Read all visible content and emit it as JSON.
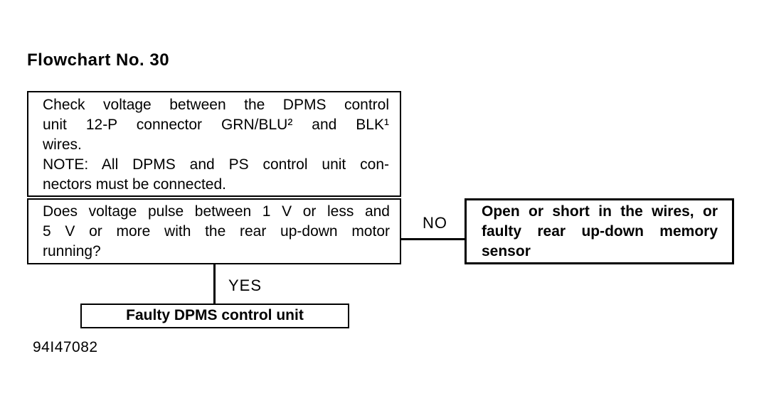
{
  "page": {
    "title": "Flowchart No. 30",
    "figure_code": "94I47082",
    "colors": {
      "paper": "#ffffff",
      "ink": "#000000"
    }
  },
  "flowchart": {
    "box_check": {
      "lines": [
        "Check voltage between the DPMS control",
        "unit 12-P connector GRN/BLU² and BLK¹",
        "wires.",
        "NOTE: All DPMS and PS control unit con-",
        "nectors must be connected."
      ]
    },
    "box_question": {
      "lines": [
        "Does voltage pulse between 1 V or less and",
        "5 V or more with the rear up-down motor",
        "running?"
      ]
    },
    "no_label": "NO",
    "yes_label": "YES",
    "box_no_result": {
      "lines": [
        "Open or short in the wires, or",
        "faulty rear up-down memory",
        "sensor"
      ]
    },
    "box_yes_result": {
      "label": "Faulty DPMS control unit"
    }
  }
}
